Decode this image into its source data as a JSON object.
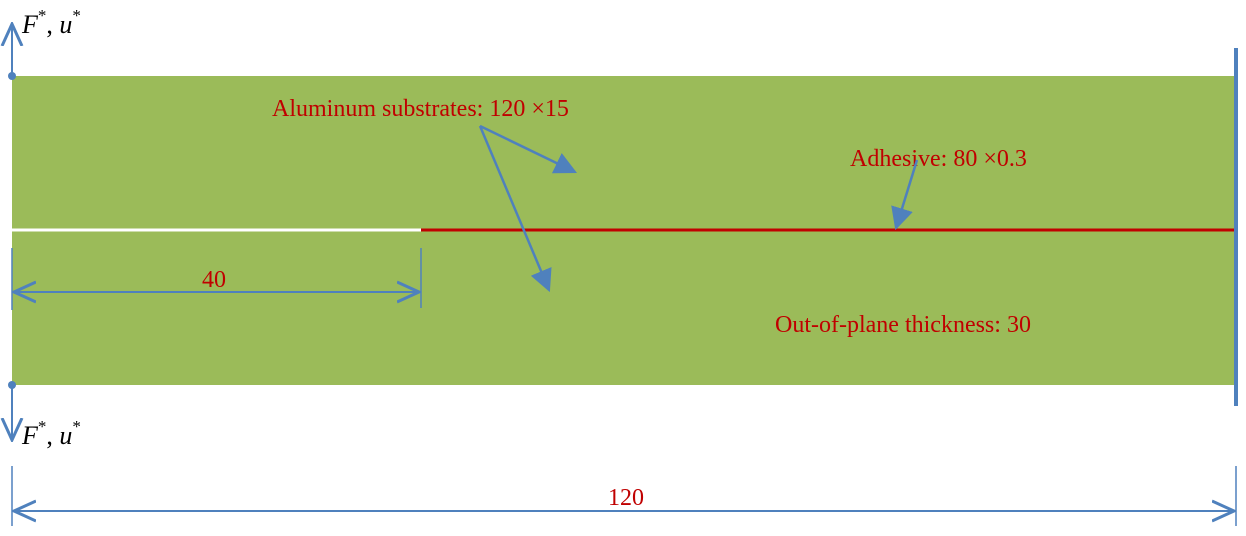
{
  "colors": {
    "substrate": "#9bbb59",
    "adhesive": "#c00000",
    "precrack": "#ffffff",
    "annotation_blue": "#4f81bd",
    "label_red": "#c00000"
  },
  "labels": {
    "substrates": "Aluminum substrates: 120 ×15",
    "adhesive": "Adhesive: 80 ×0.3",
    "thickness": "Out-of-plane thickness: 30",
    "crack_length": "40",
    "total_length": "120"
  },
  "force_top": {
    "force_symbol": "F",
    "force_sup": "*",
    "separator": ", ",
    "disp_symbol": "u",
    "disp_sup": "*"
  },
  "force_bottom": {
    "force_symbol": "F",
    "force_sup": "*",
    "separator": ", ",
    "disp_symbol": "u",
    "disp_sup": "*"
  }
}
